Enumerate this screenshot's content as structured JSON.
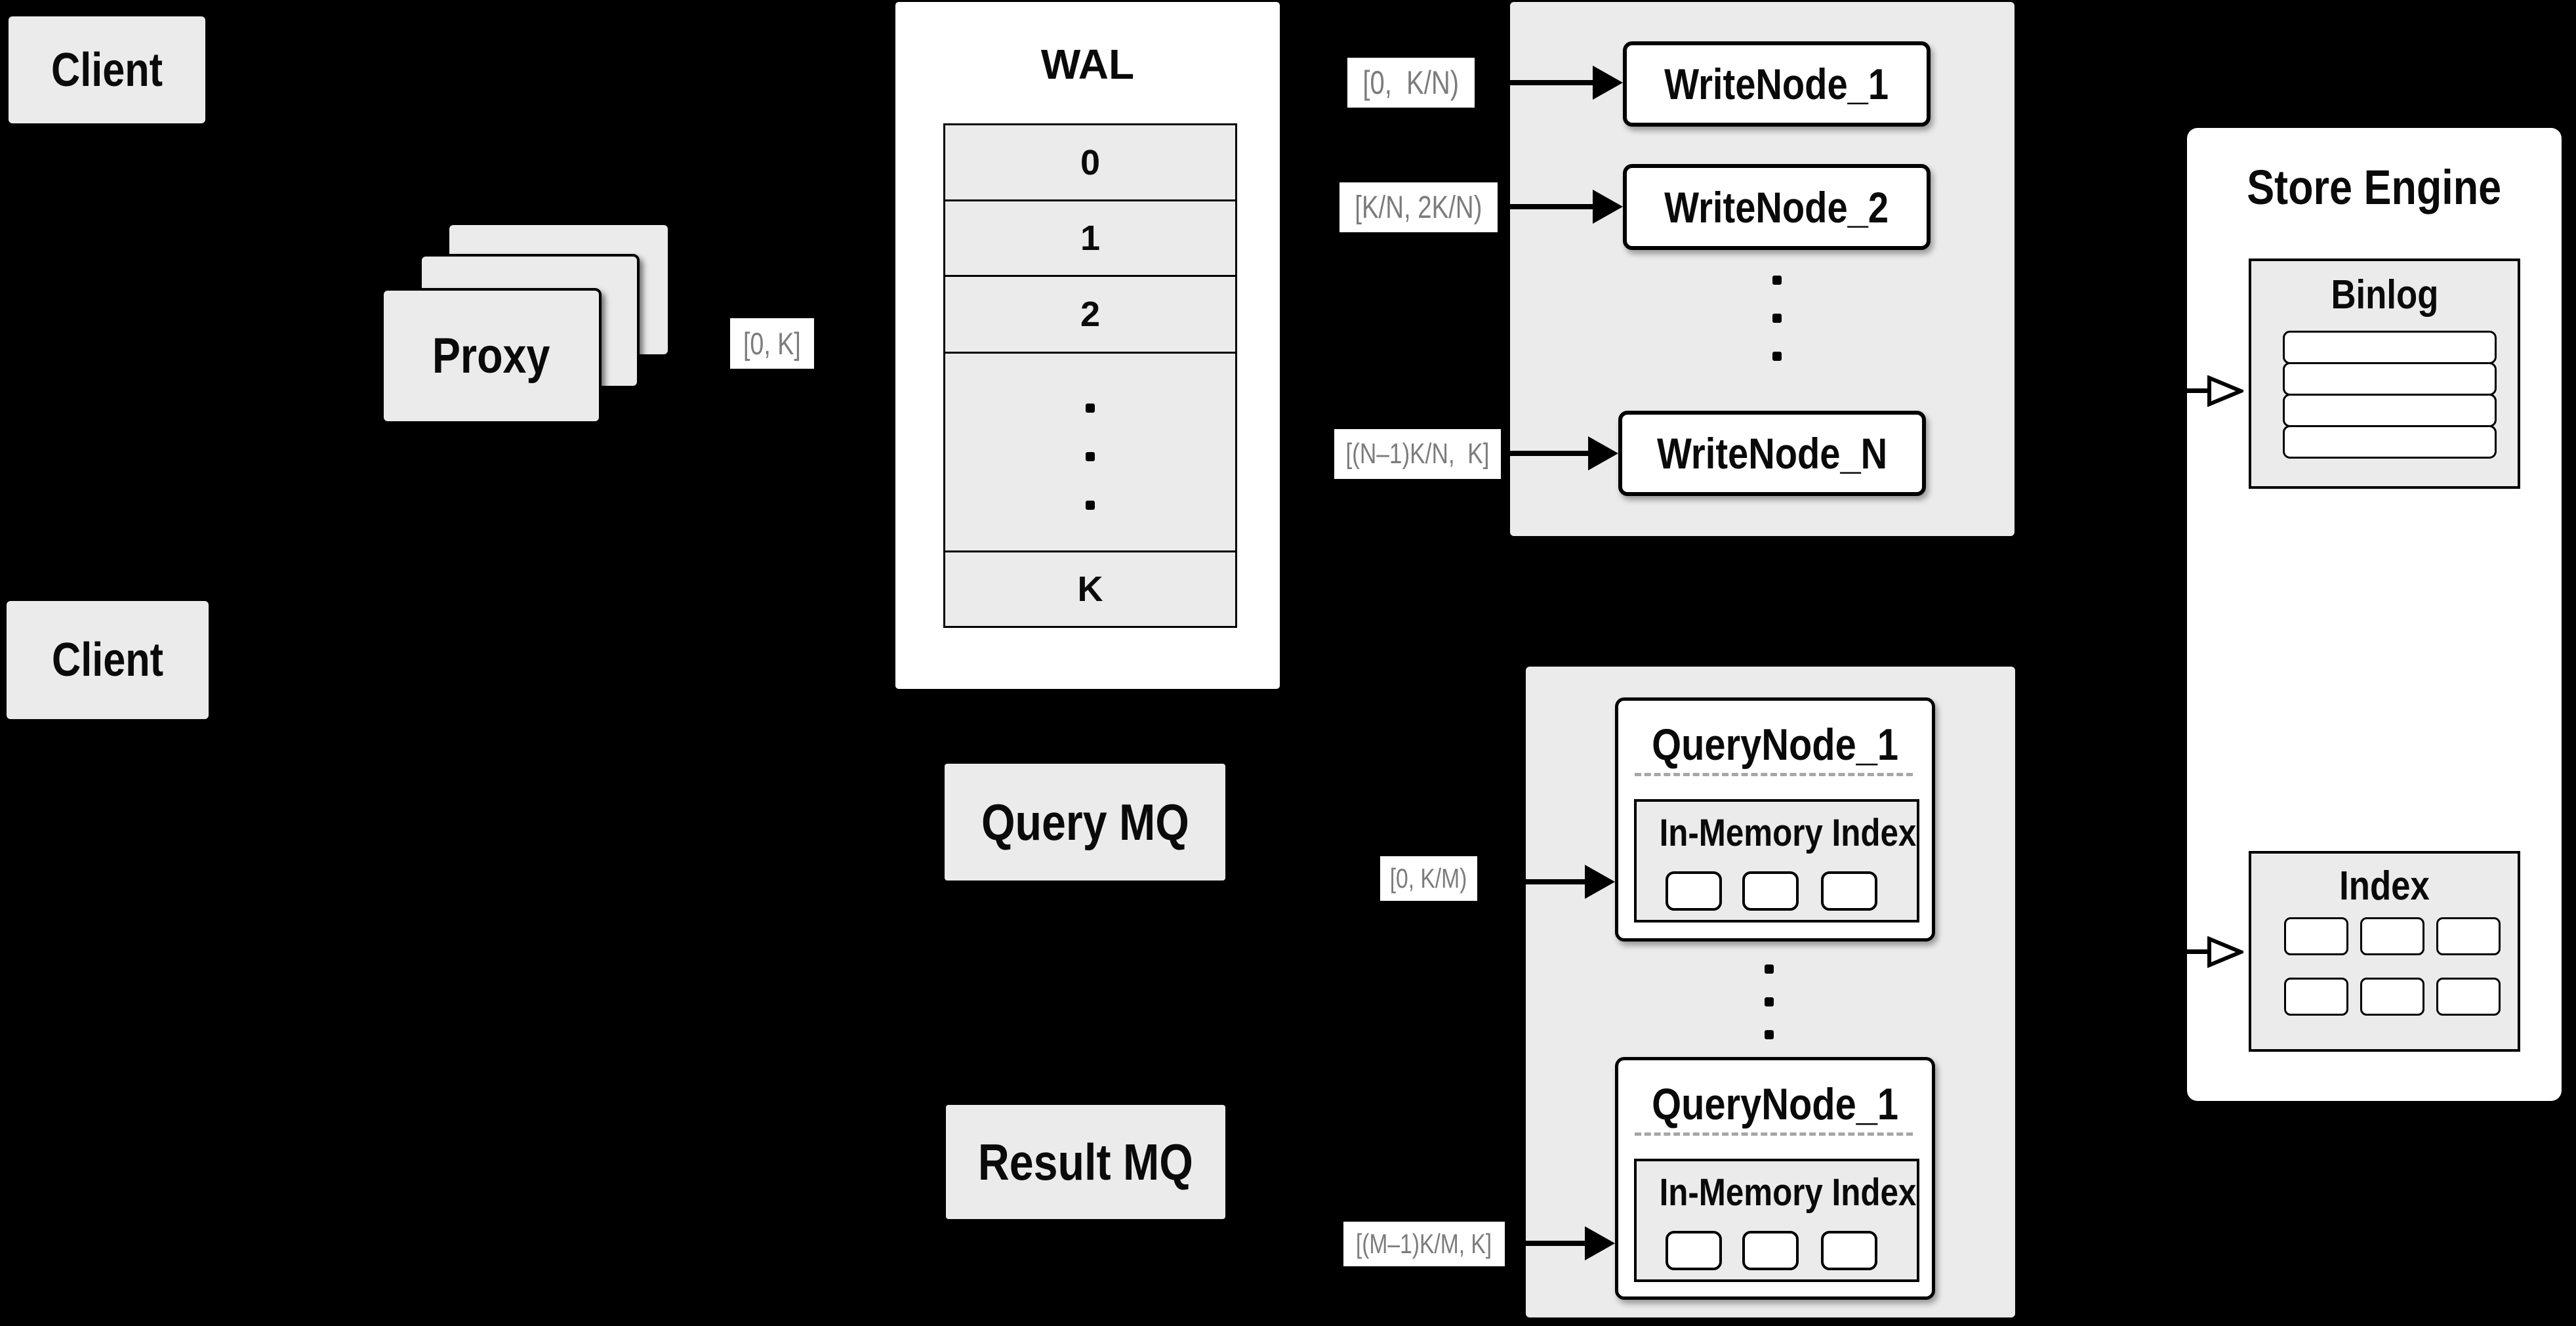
{
  "colors": {
    "background": "#000000",
    "panel_gray": "#ebebeb",
    "box_white": "#ffffff",
    "border_black": "#000000",
    "range_label_text": "#7c7c7c",
    "dashed_divider": "#a6a6a6"
  },
  "clients": {
    "top_label": "Client",
    "bottom_label": "Client"
  },
  "proxy": {
    "label": "Proxy"
  },
  "range_labels": {
    "proxy_out": "[0, K]",
    "write_1": "[0,  K/N)",
    "write_2": "[K/N, 2K/N)",
    "write_n": "[(N–1)K/N,  K]",
    "query_top": "[0, K/M)",
    "query_bottom": "[(M–1)K/M, K]"
  },
  "wal": {
    "title": "WAL",
    "rows": [
      "0",
      "1",
      "2",
      "K"
    ]
  },
  "write_nodes": {
    "node_1": "WriteNode_1",
    "node_2": "WriteNode_2",
    "node_n": "WriteNode_N"
  },
  "message_queues": {
    "query": "Query MQ",
    "result": "Result MQ"
  },
  "query_nodes": {
    "top": {
      "title": "QueryNode_1",
      "memory_index_title": "In-Memory Index"
    },
    "bottom": {
      "title": "QueryNode_1",
      "memory_index_title": "In-Memory Index"
    }
  },
  "store_engine": {
    "title": "Store Engine",
    "binlog_title": "Binlog",
    "index_title": "Index"
  }
}
